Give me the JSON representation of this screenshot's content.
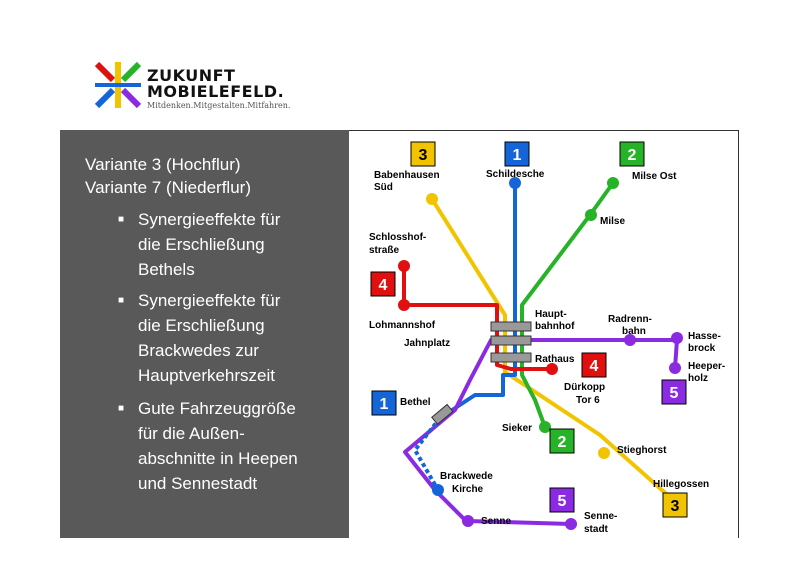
{
  "logo": {
    "line1": "ZUKUNFT",
    "line2": "MOBIELEFELD.",
    "tagline": "Mitdenken.Mitgestalten.Mitfahren."
  },
  "panel": {
    "title1": "Variante 3 (Hochflur)",
    "title2": "Variante 7 (Niederflur)",
    "bullets": [
      [
        "Synergieeffekte für",
        "die Erschließung",
        "Bethels"
      ],
      [
        "Synergieeffekte für",
        "die Erschließung",
        "Brackwedes zur",
        "Hauptverkehrszeit"
      ],
      [
        "Gute Fahrzeuggröße",
        "für die Außen-",
        "abschnitte in Heepen",
        "und Sennestadt"
      ]
    ]
  },
  "colors": {
    "line1": "#1565d8",
    "line2": "#27b327",
    "line3": "#f2c400",
    "line4": "#e01010",
    "line5": "#8a2be2",
    "panel": "#595959"
  },
  "line_badges": [
    {
      "id": "3-top",
      "number": "3",
      "color": "#f2c400"
    },
    {
      "id": "1-top",
      "number": "1",
      "color": "#1565d8"
    },
    {
      "id": "2-top",
      "number": "2",
      "color": "#27b327"
    },
    {
      "id": "4-left",
      "number": "4",
      "color": "#e01010"
    },
    {
      "id": "4-right",
      "number": "4",
      "color": "#e01010"
    },
    {
      "id": "5-right",
      "number": "5",
      "color": "#8a2be2"
    },
    {
      "id": "1-left",
      "number": "1",
      "color": "#1565d8"
    },
    {
      "id": "2-bottom",
      "number": "2",
      "color": "#27b327"
    },
    {
      "id": "5-bottom",
      "number": "5",
      "color": "#8a2be2"
    },
    {
      "id": "3-bottom",
      "number": "3",
      "color": "#f2c400"
    }
  ],
  "stations": {
    "babenhausen": [
      "Babenhausen",
      "Süd"
    ],
    "schildesche": [
      "Schildesche"
    ],
    "milse_ost": [
      "Milse Ost"
    ],
    "milse": [
      "Milse"
    ],
    "schlosshof": [
      "Schlosshof-",
      "straße"
    ],
    "lohmannshof": [
      "Lohmannshof"
    ],
    "hauptbahnhof": [
      "Haupt-",
      "bahnhof"
    ],
    "radrennbahn": [
      "Radrenn-",
      "bahn"
    ],
    "jahnplatz": [
      "Jahnplatz"
    ],
    "rathaus": [
      "Rathaus"
    ],
    "hassebrock": [
      "Hasse-",
      "brock"
    ],
    "heeperholz": [
      "Heeper-",
      "holz"
    ],
    "duerkopp": [
      "Dürkopp",
      "Tor 6"
    ],
    "bethel": [
      "Bethel"
    ],
    "sieker": [
      "Sieker"
    ],
    "stieghorst": [
      "Stieghorst"
    ],
    "brackwede": [
      "Brackwede",
      "Kirche"
    ],
    "hillegossen": [
      "Hillegossen"
    ],
    "senne": [
      "Senne"
    ],
    "sennestadt": [
      "Senne-",
      "stadt"
    ]
  }
}
